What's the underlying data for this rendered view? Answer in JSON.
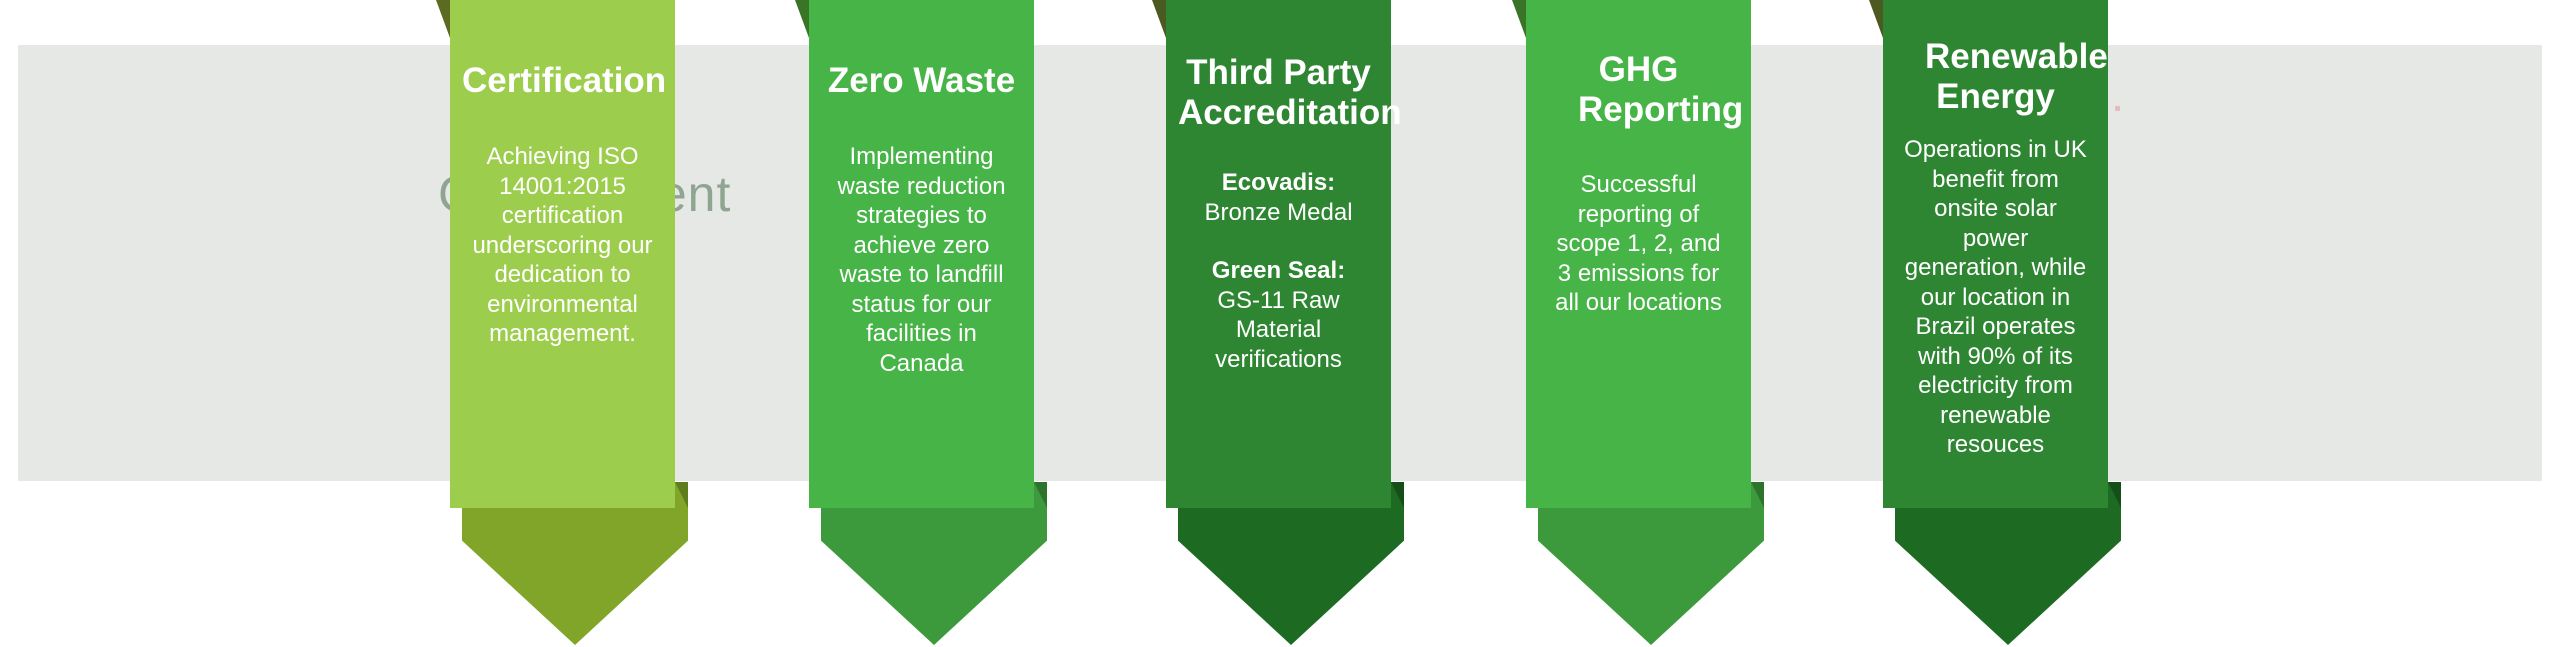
{
  "background_text": "Commitment",
  "colors": {
    "band": "#e6e8e6",
    "lime": "#9dcd4d",
    "lime_dark": "#80a529",
    "green": "#46b446",
    "green_dark": "#3c9a3c",
    "forest": "#2e8532",
    "forest_dark": "#1d6a22"
  },
  "banners": [
    {
      "title": "Certification",
      "text": "Achieving ISO 14001:2015 certification underscoring our dedication to environmental management."
    },
    {
      "title": "Zero Waste",
      "text": "Implementing waste reduction strategies to achieve zero waste to landfill status for our facilities in Canada"
    },
    {
      "title": "Third Party Accreditation",
      "items": [
        {
          "label": "Ecovadis:",
          "value": "Bronze Medal"
        },
        {
          "label": "Green Seal:",
          "value": "GS-11 Raw Material verifications"
        }
      ]
    },
    {
      "title": "GHG Reporting",
      "text": "Successful reporting of scope 1, 2, and 3 emissions for all our locations"
    },
    {
      "title": "Renewable Energy",
      "text": "Operations in UK benefit from onsite solar power generation, while our location in Brazil operates with 90% of its electricity from renewable resouces"
    }
  ]
}
